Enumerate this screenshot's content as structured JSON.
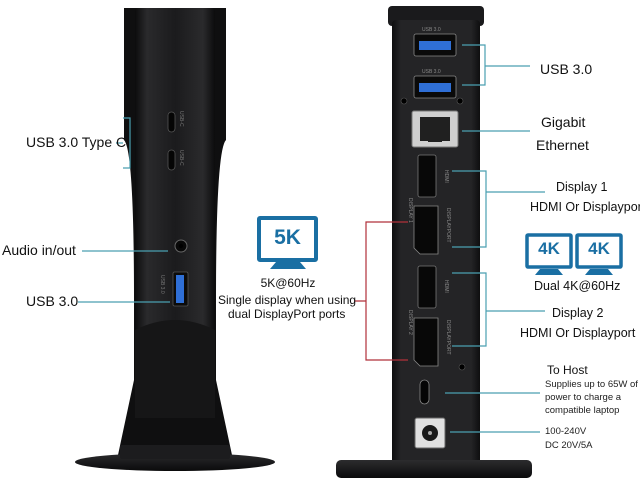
{
  "left_labels": {
    "usb_c": "USB 3.0 Type C",
    "audio": "Audio in/out",
    "usb_a": "USB 3.0"
  },
  "middle": {
    "badge_5k": "5K",
    "res_5k": "5K@60Hz",
    "single_display_line1": "Single display when using",
    "single_display_line2": "dual DisplayPort ports"
  },
  "right_labels": {
    "usb3": "USB 3.0",
    "gigabit": "Gigabit",
    "ethernet": "Ethernet",
    "display1_title": "Display 1",
    "display1_sub": "HDMI Or Displayport",
    "badge_4k_a": "4K",
    "badge_4k_b": "4K",
    "dual_4k": "Dual 4K@60Hz",
    "display2_title": "Display 2",
    "display2_sub": "HDMI Or Displayport",
    "host_title": "To Host",
    "host_line1": "Supplies up to  65W of",
    "host_line2": "power to charge a",
    "host_line3": "compatible laptop",
    "power_line1": "100-240V",
    "power_line2": "DC 20V/5A"
  },
  "port_prints": {
    "usbc_1": "USB-C",
    "usbc_2": "USB-C",
    "usb30": "USB 3.0",
    "usb30_top1": "USB 3.0",
    "usb30_top2": "USB 3.0",
    "hdmi1": "HDMI",
    "dp1": "DISPLAYPORT",
    "hdmi2": "HDMI",
    "dp2": "DISPLAYPORT",
    "dp_side1": "DISPLAY 1",
    "dp_side2": "DISPLAY 2"
  },
  "colors": {
    "callout_teal": "#4a9fb0",
    "callout_red": "#b0303a",
    "badge_blue": "#1a6fa3",
    "device_black": "#1c1c1e",
    "usb_blue": "#2f6fd6"
  }
}
